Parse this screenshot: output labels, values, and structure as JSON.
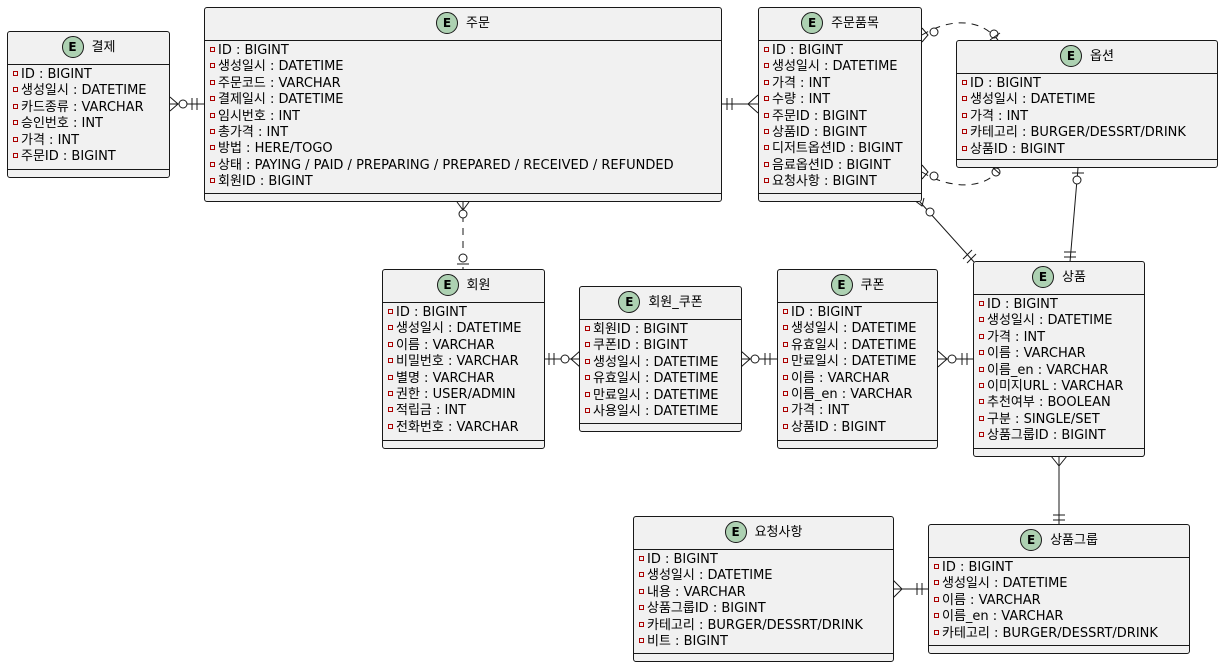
{
  "icon_letter": "E",
  "colors": {
    "badge": "#ADD1B2",
    "entity_bg": "#F1F1F1",
    "line": "#181818"
  },
  "entities": {
    "payment": {
      "name": "결제",
      "fields": [
        "ID : BIGINT",
        "생성일시 : DATETIME",
        "카드종류 : VARCHAR",
        "승인번호 : INT",
        "가격 : INT",
        "주문ID : BIGINT"
      ]
    },
    "order": {
      "name": "주문",
      "fields": [
        "ID : BIGINT",
        "생성일시 : DATETIME",
        "주문코드 : VARCHAR",
        "결제일시 : DATETIME",
        "임시번호 : INT",
        "총가격 : INT",
        "방법 : HERE/TOGO",
        "상태 : PAYING / PAID / PREPARING / PREPARED / RECEIVED / REFUNDED",
        "회원ID : BIGINT"
      ]
    },
    "order_item": {
      "name": "주문품목",
      "fields": [
        "ID : BIGINT",
        "생성일시 : DATETIME",
        "가격 : INT",
        "수량 : INT",
        "주문ID : BIGINT",
        "상품ID : BIGINT",
        "디저트옵션ID : BIGINT",
        "음료옵션ID : BIGINT",
        "요청사항 : BIGINT"
      ]
    },
    "option": {
      "name": "옵션",
      "fields": [
        "ID : BIGINT",
        "생성일시 : DATETIME",
        "가격 : INT",
        "카테고리 : BURGER/DESSRT/DRINK",
        "상품ID : BIGINT"
      ]
    },
    "member": {
      "name": "회원",
      "fields": [
        "ID : BIGINT",
        "생성일시 : DATETIME",
        "이름 : VARCHAR",
        "비밀번호 : VARCHAR",
        "별명 : VARCHAR",
        "권한 : USER/ADMIN",
        "적립금 : INT",
        "전화번호 : VARCHAR"
      ]
    },
    "member_coupon": {
      "name": "회원_쿠폰",
      "fields": [
        "회원ID : BIGINT",
        "쿠폰ID : BIGINT",
        "생성일시 : DATETIME",
        "유효일시 : DATETIME",
        "만료일시 : DATETIME",
        "사용일시 : DATETIME"
      ]
    },
    "coupon": {
      "name": "쿠폰",
      "fields": [
        "ID : BIGINT",
        "생성일시 : DATETIME",
        "유효일시 : DATETIME",
        "만료일시 : DATETIME",
        "이름 : VARCHAR",
        "이름_en : VARCHAR",
        "가격 : INT",
        "상품ID : BIGINT"
      ]
    },
    "product": {
      "name": "상품",
      "fields": [
        "ID : BIGINT",
        "생성일시 : DATETIME",
        "가격 : INT",
        "이름 : VARCHAR",
        "이름_en : VARCHAR",
        "이미지URL : VARCHAR",
        "추천여부 : BOOLEAN",
        "구분 : SINGLE/SET",
        "상품그룹ID : BIGINT"
      ]
    },
    "request": {
      "name": "요청사항",
      "fields": [
        "ID : BIGINT",
        "생성일시 : DATETIME",
        "내용 : VARCHAR",
        "상품그룹ID : BIGINT",
        "카테고리 : BURGER/DESSRT/DRINK",
        "비트 : BIGINT"
      ]
    },
    "product_group": {
      "name": "상품그룹",
      "fields": [
        "ID : BIGINT",
        "생성일시 : DATETIME",
        "이름 : VARCHAR",
        "이름_en : VARCHAR",
        "카테고리 : BURGER/DESSRT/DRINK"
      ]
    }
  }
}
